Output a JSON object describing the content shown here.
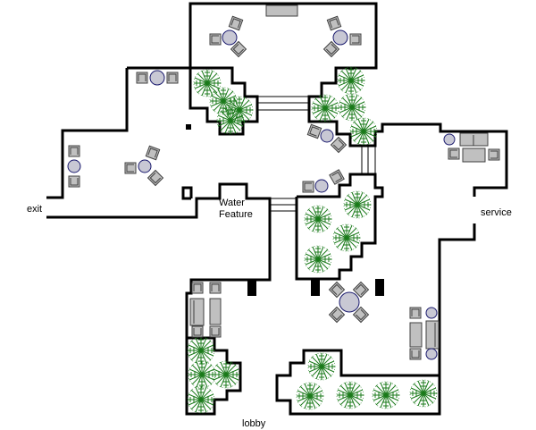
{
  "title": "Floor plan",
  "labels": {
    "exit": "exit",
    "water_feature_line1": "Water",
    "water_feature_line2": "Feature",
    "service": "service",
    "lobby": "lobby"
  },
  "colors": {
    "wall": "#000000",
    "plant": "#1a7a1a",
    "furniture": "#c0c0c0",
    "table": "#c8c8d4",
    "table_outline": "#1a1a6e"
  },
  "icons": {
    "plant": "plant-icon",
    "chair": "chair-icon",
    "table": "round-table-icon",
    "sofa": "sofa-icon"
  }
}
